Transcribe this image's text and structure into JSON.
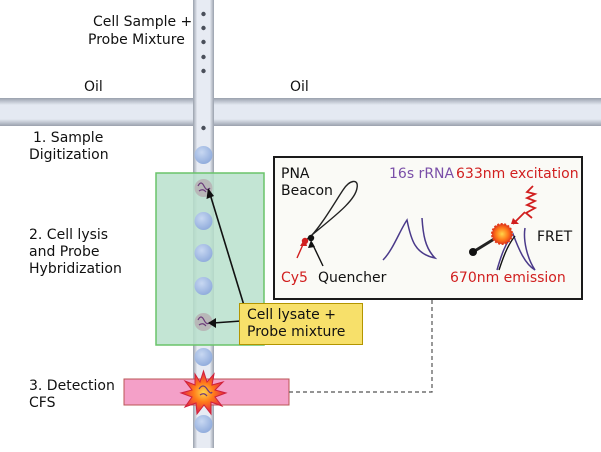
{
  "labels": {
    "sample_mixture": [
      "Cell Sample +",
      "Probe Mixture"
    ],
    "oil_left": "Oil",
    "oil_right": "Oil",
    "step1": [
      "1. Sample",
      "Digitization"
    ],
    "step2": [
      "2. Cell lysis",
      "and Probe",
      "Hybridization"
    ],
    "step3": [
      "3. Detection",
      "CFS"
    ]
  },
  "callout": [
    "Cell lysate +",
    "Probe mixture"
  ],
  "inset": {
    "pna_beacon": [
      "PNA",
      "Beacon"
    ],
    "rrna": "16s rRNA",
    "excitation": "633nm excitation",
    "cy5": "Cy5",
    "quencher": "Quencher",
    "fret": "FRET",
    "emission": "670nm emission"
  },
  "colors": {
    "channel": "#dfe4ef",
    "droplet": "#a9c0e6",
    "lysis_zone": "#b8e0cc",
    "detection_zone": "#f4a0c8",
    "callout_bg": "#f7e06a",
    "rrna_text": "#7a4fa8",
    "red_text": "#d11f1f"
  }
}
